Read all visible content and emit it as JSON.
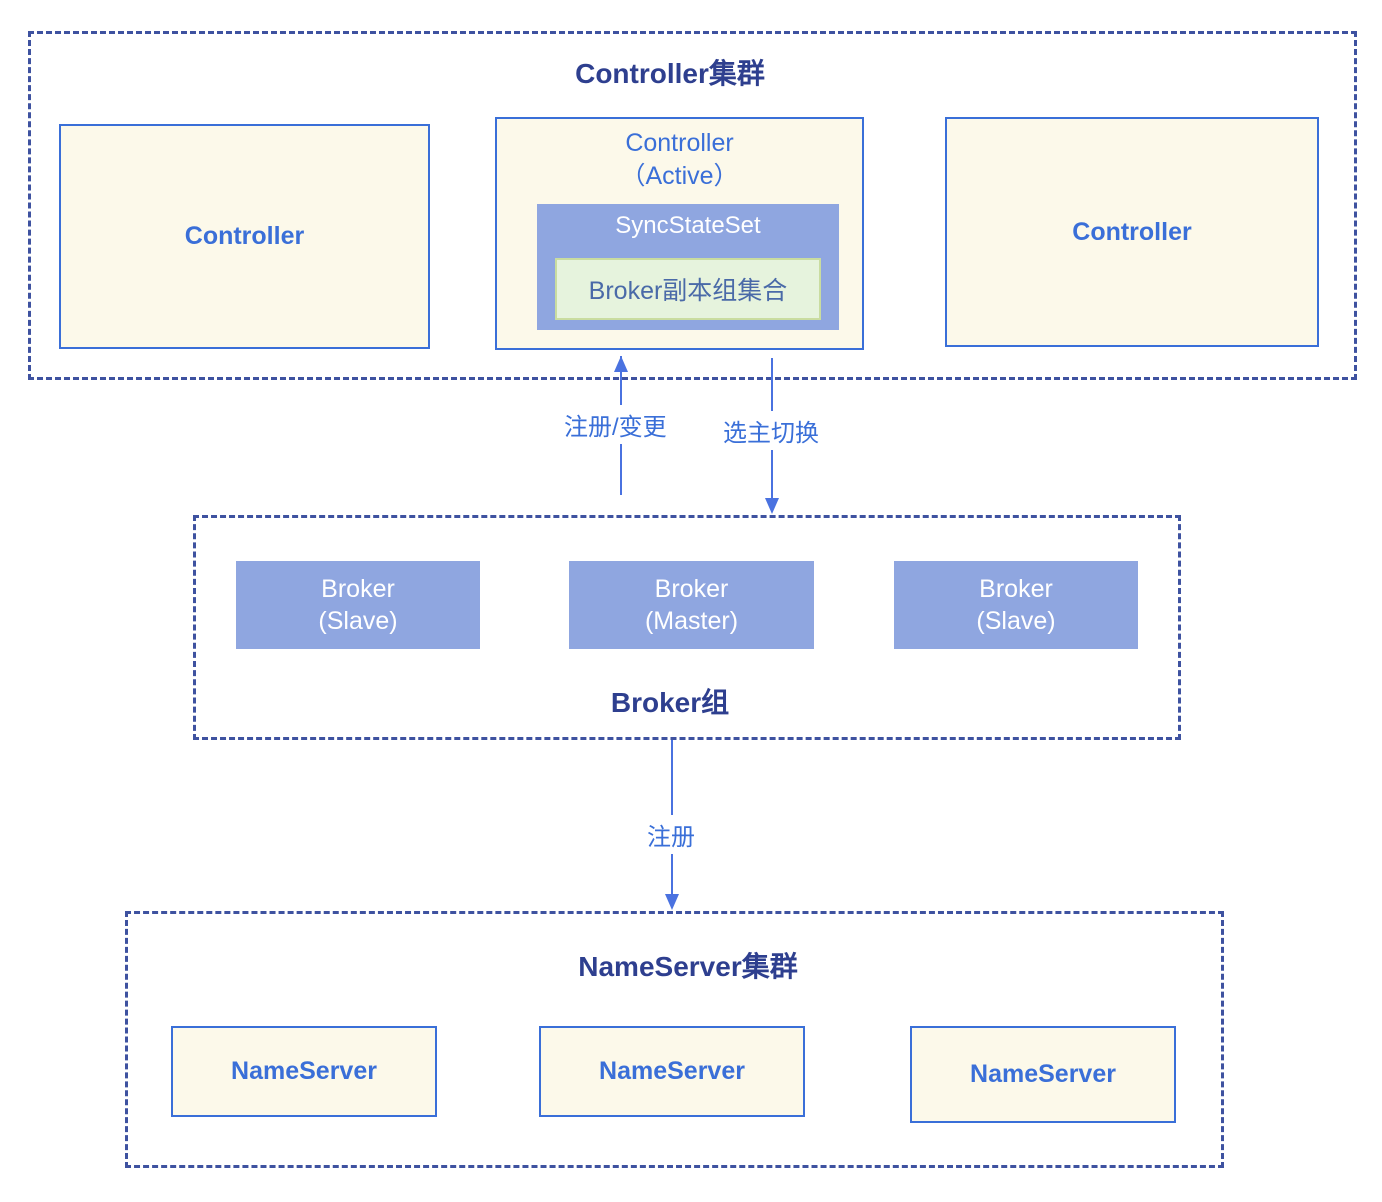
{
  "controller_cluster": {
    "title": "Controller集群",
    "left_node": "Controller",
    "active_node": {
      "title_line1": "Controller",
      "title_line2": "（Active）",
      "syncstateset": {
        "label": "SyncStateSet",
        "inner": "Broker副本组集合"
      }
    },
    "right_node": "Controller"
  },
  "edges": {
    "register_change": "注册/变更",
    "elect_switch": "选主切换",
    "register": "注册"
  },
  "broker_group": {
    "title": "Broker组",
    "brokers": [
      {
        "name": "Broker",
        "role": "(Slave)"
      },
      {
        "name": "Broker",
        "role": "(Master)"
      },
      {
        "name": "Broker",
        "role": "(Slave)"
      }
    ]
  },
  "nameserver_cluster": {
    "title": "NameServer集群",
    "nodes": [
      "NameServer",
      "NameServer",
      "NameServer"
    ]
  },
  "colors": {
    "dashed_border": "#3e52a0",
    "node_fill": "#fcf9ea",
    "node_border": "#3a6fd8",
    "broker_fill": "#8fa6e0",
    "inner_fill": "#e6f3dd",
    "arrow": "#4a72e0"
  }
}
